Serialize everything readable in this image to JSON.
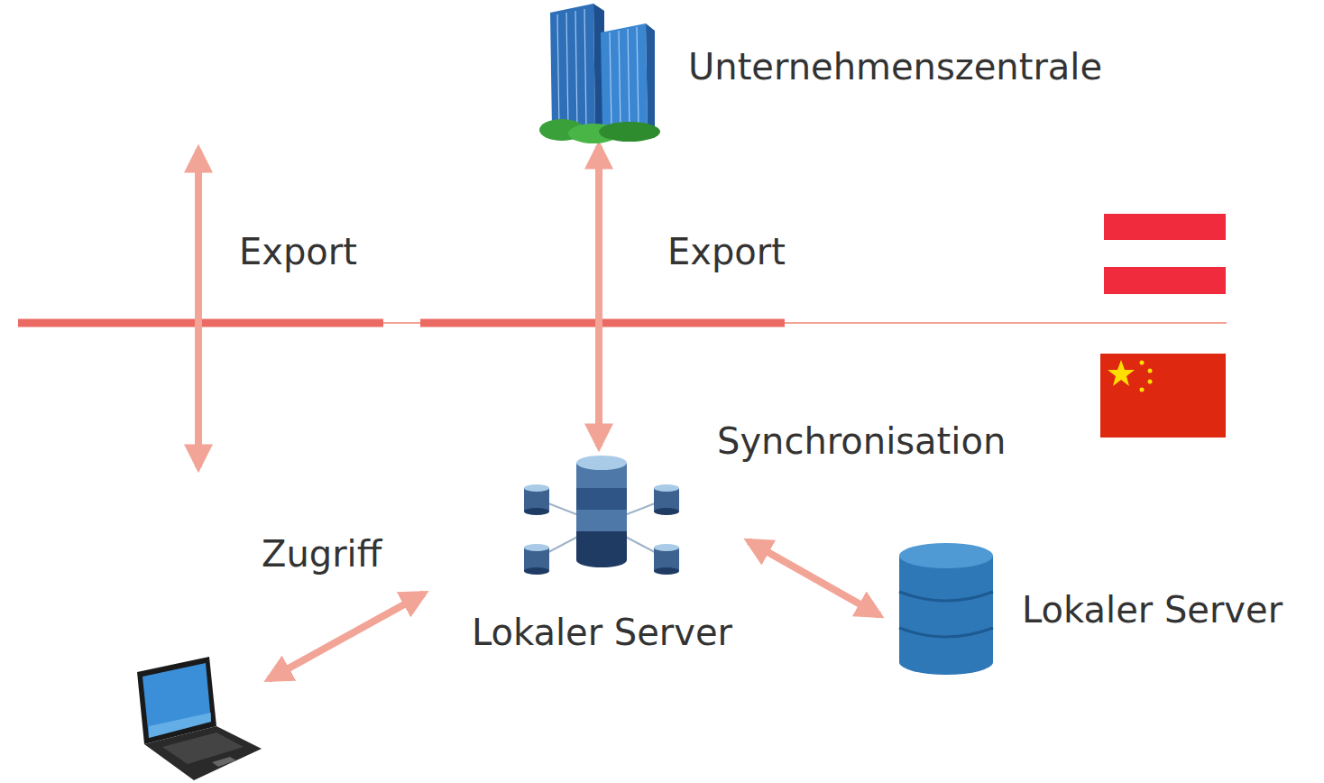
{
  "diagram": {
    "nodes": [
      {
        "text": [
          "Unternehmenszentrale"
        ]
      },
      {
        "text": [
          "Lokaler Server"
        ]
      },
      {
        "text": [
          "Lokaler Server"
        ]
      }
    ],
    "edges": [
      {
        "from": 1,
        "to": 0,
        "arrow": "both",
        "label": "Export"
      },
      {
        "from": 1,
        "to": 2,
        "arrow": "both",
        "label": "Synchronisation"
      }
    ],
    "labels": [
      "Export",
      "Zugriff"
    ]
  }
}
